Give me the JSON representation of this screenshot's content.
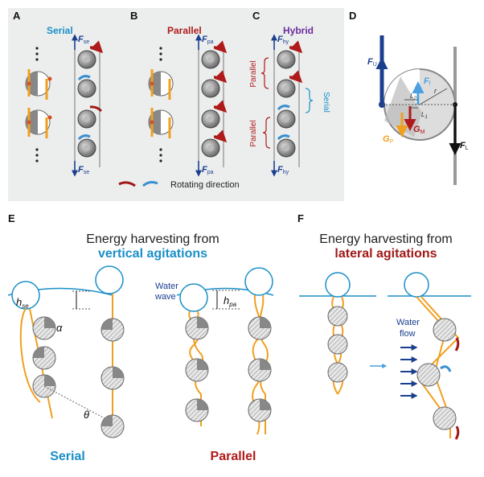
{
  "panels": {
    "a": {
      "letter": "A",
      "title": "Serial",
      "force_top": "F",
      "force_top_sub": "se",
      "force_bottom": "F",
      "force_bottom_sub": "se"
    },
    "b": {
      "letter": "B",
      "title": "Parallel",
      "force_top": "F",
      "force_top_sub": "pa",
      "force_bottom": "F",
      "force_bottom_sub": "pa"
    },
    "c": {
      "letter": "C",
      "title": "Hybrid",
      "force_top": "F",
      "force_top_sub": "hy",
      "force_bottom": "F",
      "force_bottom_sub": "hy",
      "group_upper": "Parallel",
      "group_middle": "Serial",
      "group_lower": "Parallel"
    },
    "d": {
      "letter": "D",
      "fu": "F",
      "fu_sub": "U",
      "ff": "F",
      "ff_sub": "f",
      "gm": "G",
      "gm_sub": "M",
      "gp": "G",
      "gp_sub": "P",
      "fl": "F",
      "fl_sub": "L",
      "l1": "L",
      "l1_sub": "1",
      "l2": "L",
      "l2_sub": "2",
      "r": "r"
    },
    "legend": {
      "label": "Rotating direction"
    },
    "e": {
      "letter": "E",
      "heading_line1": "Energy harvesting from",
      "heading_line2": "vertical agitations",
      "water_wave": "Water",
      "water_wave2": "wave",
      "hse": "h",
      "hse_sub": "se",
      "hpa": "h",
      "hpa_sub": "pa",
      "alpha": "α",
      "theta": "θ",
      "caption_serial": "Serial",
      "caption_parallel": "Parallel"
    },
    "f": {
      "letter": "F",
      "heading_line1": "Energy harvesting from",
      "heading_line2": "lateral agitations",
      "water_flow": "Water",
      "water_flow2": "flow"
    }
  },
  "colors": {
    "serial": "#1a8fc7",
    "parallel": "#b01a1a",
    "hybrid": "#6b2da0",
    "rope": "#f0a020",
    "panel_bg": "#eceeee",
    "force_blue": "#1b3f8f",
    "arrow_red": "#a01818",
    "arrow_blue": "#3a8fd0"
  }
}
